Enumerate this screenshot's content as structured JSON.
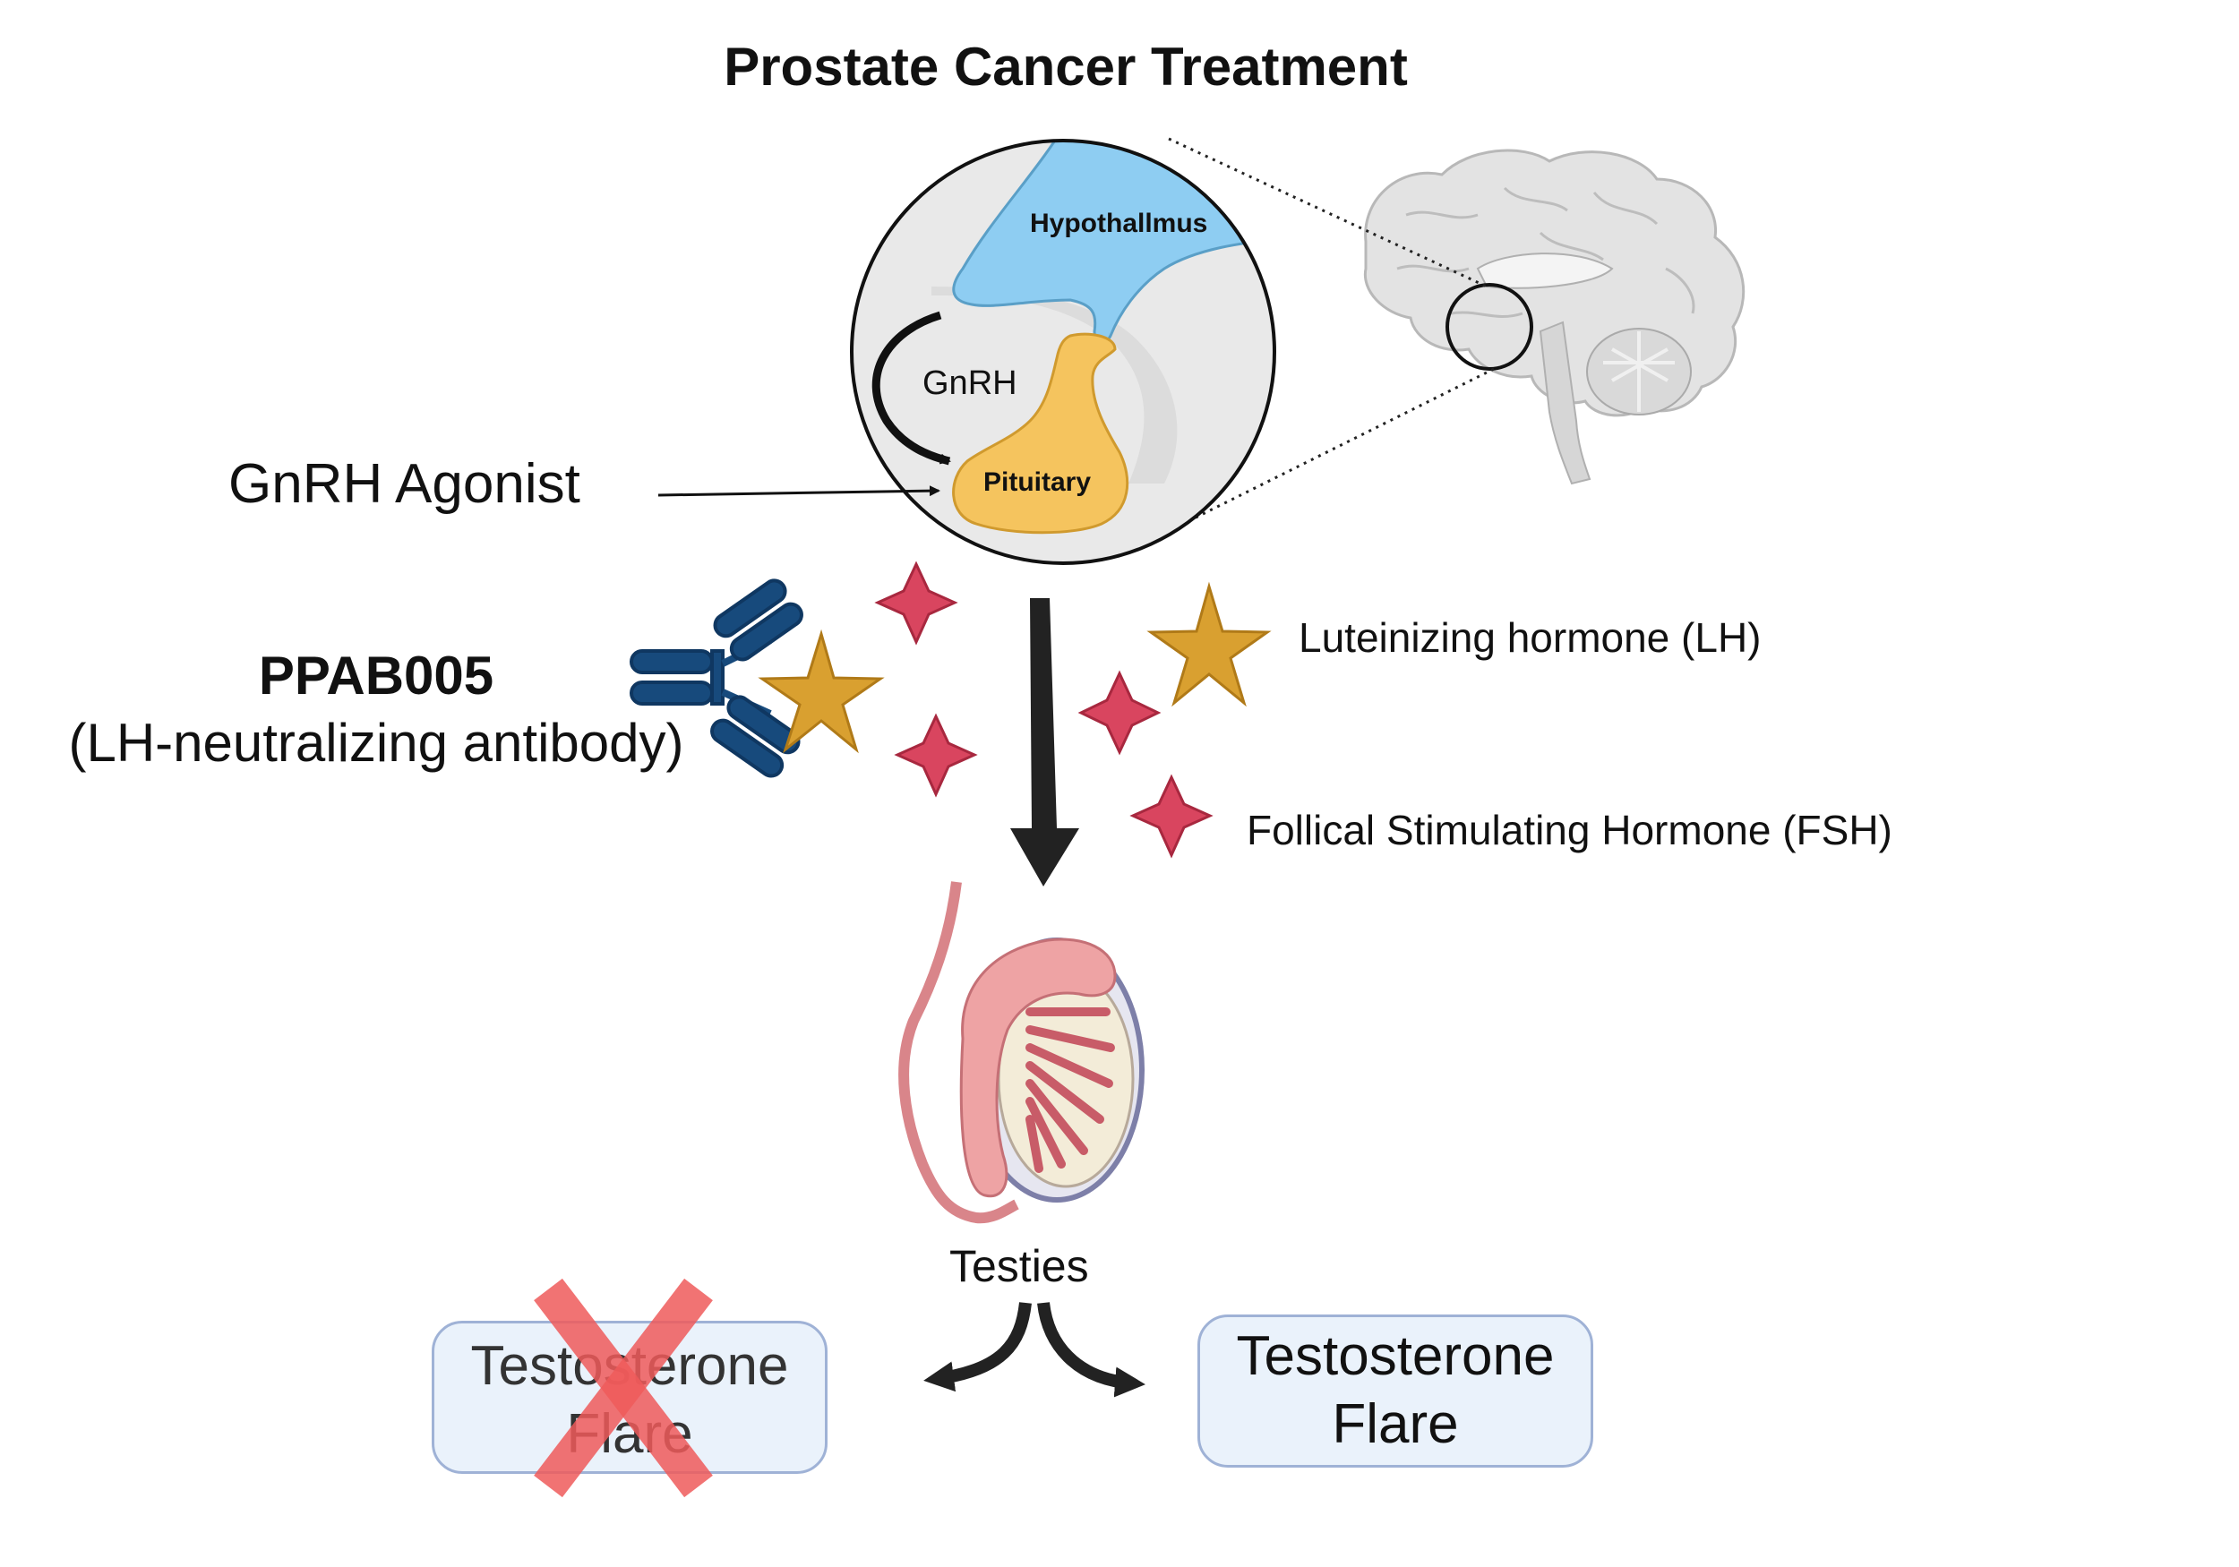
{
  "title": "Prostate Cancer Treatment",
  "labels": {
    "hypothalamus": "Hypothallmus",
    "gnrh": "GnRH",
    "pituitary": "Pituitary",
    "gnrh_agonist": "GnRH Agonist",
    "ppab_name": "PPAB005",
    "ppab_desc": "(LH-neutralizing antibody)",
    "lh": "Luteinizing hormone (LH)",
    "fsh": "Follical Stimulating Hormone (FSH)",
    "testes": "Testies"
  },
  "outcomes": {
    "blocked": {
      "line1": "Testosterone",
      "line2": "Flare"
    },
    "occurs": {
      "line1": "Testosterone",
      "line2": "Flare"
    }
  },
  "colors": {
    "hypothalamus": "#8ecdf2",
    "pituitary": "#f5c45e",
    "lh_star": "#d9a030",
    "fsh_star": "#d9455f",
    "antibody": "#174a7c",
    "cross": "#ef5b5b",
    "box_fill": "#eaf2fb",
    "box_border": "#9fb2d6"
  },
  "icons": [
    "brain-icon",
    "antibody-icon",
    "testis-icon",
    "lh-star-icon",
    "fsh-star-icon",
    "cross-mark-icon"
  ]
}
